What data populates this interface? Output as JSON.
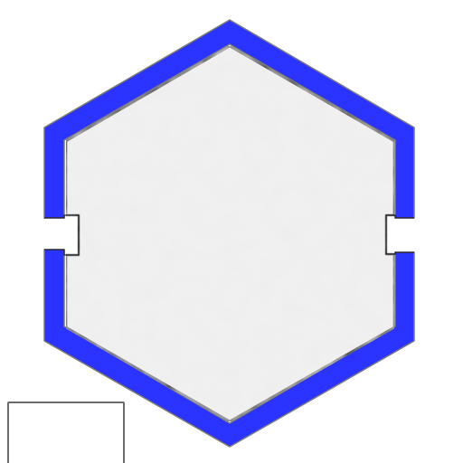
{
  "board": {
    "shape": "hexagon",
    "side_openings": [
      "left",
      "right"
    ],
    "colors": {
      "wall": "#2a33ff",
      "wall_edge": "#7a7a7a",
      "floor": "#eeeeee",
      "floor_outline": "#000000"
    }
  },
  "panel": {
    "border_color": "#6b6b6b",
    "background": "#ffffff"
  }
}
